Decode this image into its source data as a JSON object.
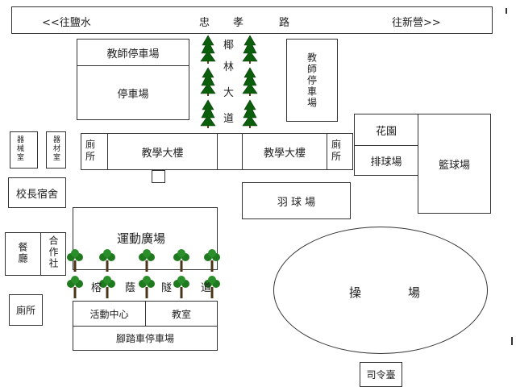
{
  "road": {
    "left": "<<往鹽水",
    "name": [
      "忠",
      "孝",
      "路"
    ],
    "right": "往新營>>"
  },
  "avenue": [
    "椰",
    "林",
    "大",
    "道"
  ],
  "buildings": {
    "teacher_parking_top": "教師停車場",
    "parking": "停車場",
    "teacher_parking_right": "教師停車場",
    "room_small_1": "器械室",
    "room_small_2": "器材室",
    "toilet_left": "廁所",
    "teaching_building_left": "教學大樓",
    "teaching_building_right": "教學大樓",
    "toilet_right": "廁所",
    "garden": "花園",
    "volleyball": "排球場",
    "basketball": "籃球場",
    "principal_residence": "校長宿舍",
    "badminton": "羽 球 場",
    "sports_plaza": "運動廣場",
    "banyan_tunnel": [
      "榕",
      "蔭",
      "隧",
      "道"
    ],
    "cafeteria": "餐廳",
    "coop": "合作社",
    "toilet_bottom": "廁所",
    "activity_center": "活動中心",
    "classroom": "教室",
    "bike_parking": "腳踏車停車場",
    "playground": [
      "操",
      "場"
    ],
    "podium": "司令臺"
  }
}
